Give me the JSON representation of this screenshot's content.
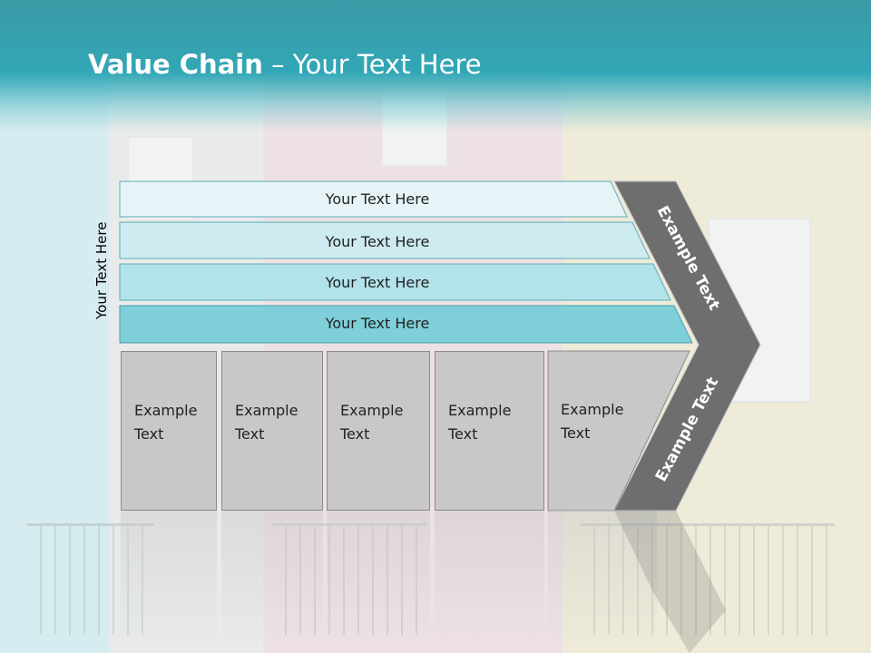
{
  "title": {
    "bold": "Value Chain",
    "rest": " – Your Text Here"
  },
  "side_label": "Your Text Here",
  "bars": [
    "Your Text Here",
    "Your Text Here",
    "Your Text Here",
    "Your Text Here"
  ],
  "chevron_upper": "Example Text",
  "chevron_lower": "Example Text",
  "boxes": [
    "Example\nText",
    "Example\nText",
    "Example\nText",
    "Example\nText",
    "Example\nText"
  ],
  "colors": {
    "bar1": "#e6f4f8",
    "bar2": "#cdebf0",
    "bar3": "#b2e2ea",
    "bar4": "#7ecfd9",
    "chevron": "#6e6e6e",
    "box": "#c8c8c8",
    "header": "#32a7b6"
  }
}
